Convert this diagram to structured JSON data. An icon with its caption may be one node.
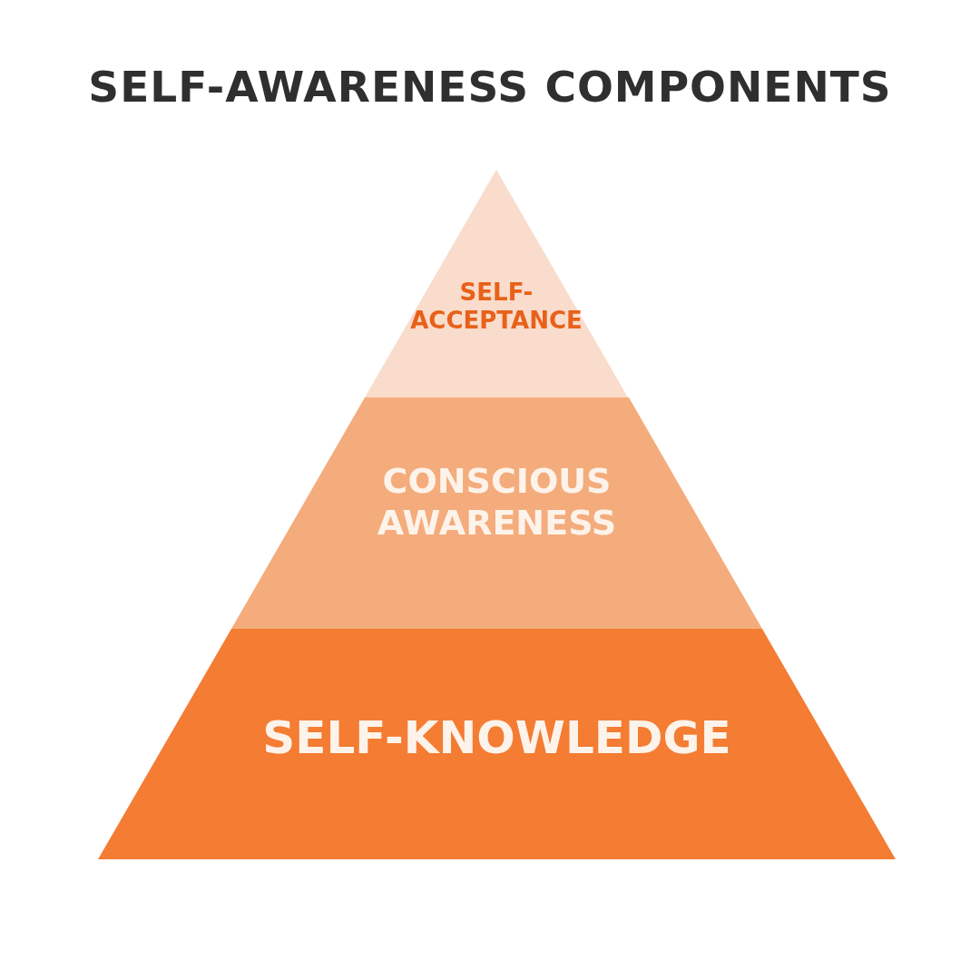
{
  "diagram": {
    "title": "SELF-AWARENESS COMPONENTS",
    "nodes": [
      {
        "text": [
          "SELF-ACCEPTANCE"
        ]
      },
      {
        "text": [
          "CONSCIOUS AWARENESS"
        ]
      },
      {
        "text": [
          "SELF-KNOWLEDGE"
        ]
      }
    ],
    "edges": []
  }
}
